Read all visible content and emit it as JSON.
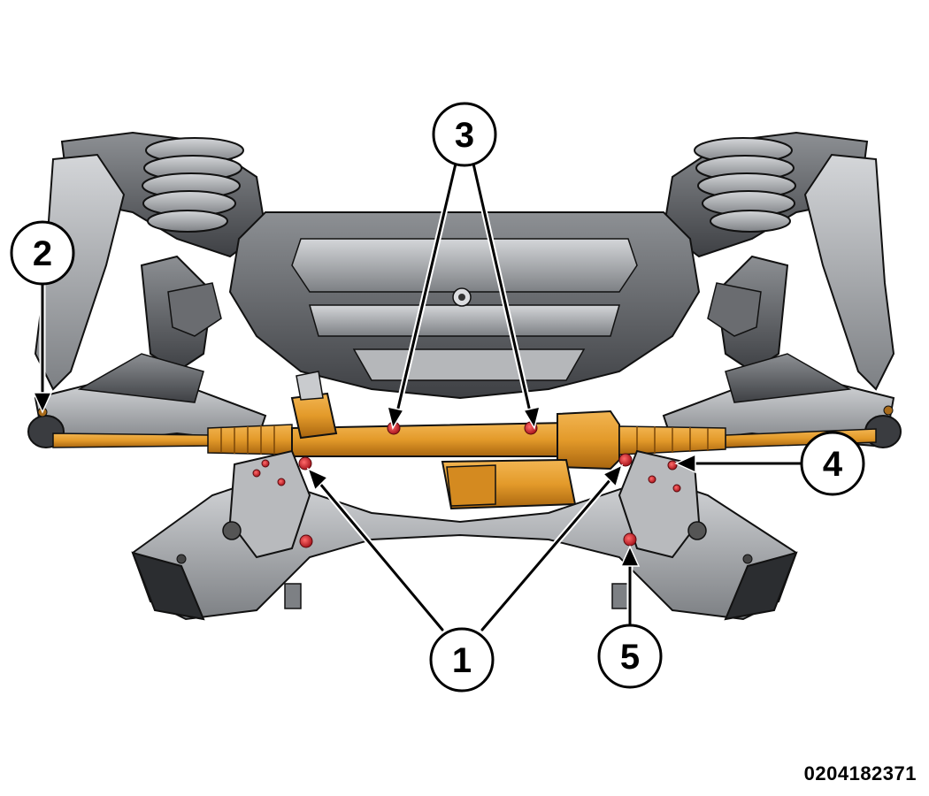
{
  "figure_id": "0204182371",
  "callouts": [
    {
      "id": "1",
      "label": "1"
    },
    {
      "id": "2",
      "label": "2"
    },
    {
      "id": "3",
      "label": "3"
    },
    {
      "id": "4",
      "label": "4"
    },
    {
      "id": "5",
      "label": "5"
    }
  ],
  "colors": {
    "steering_gear": "#e39a2a",
    "steering_gear_dark": "#b8731a",
    "frame_gray": "#8e9094",
    "frame_light": "#c9cbce",
    "frame_dark": "#4a4c50",
    "fastener_red": "#d0202a",
    "line": "#000000"
  }
}
